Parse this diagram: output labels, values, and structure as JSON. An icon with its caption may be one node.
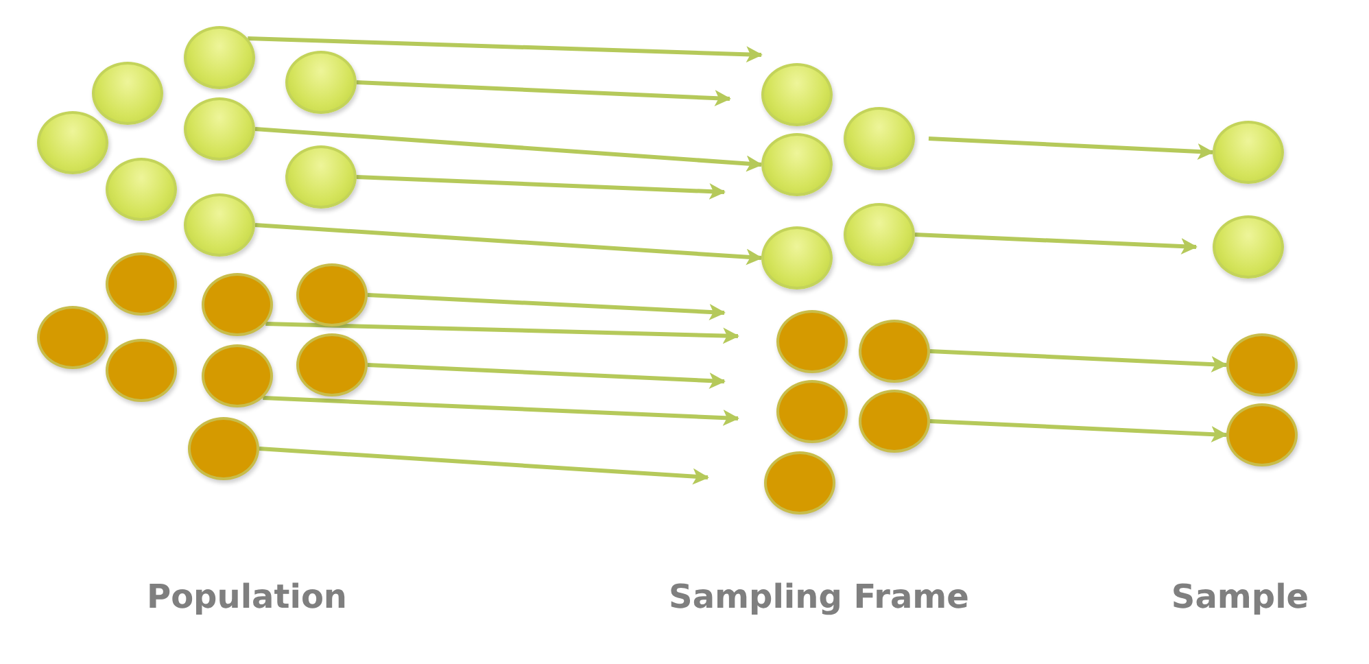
{
  "diagram": {
    "nodes": [
      {
        "text": [],
        "shape": "circle"
      },
      {
        "text": [],
        "shape": "circle"
      },
      {
        "text": [],
        "shape": "circle"
      },
      {
        "text": [],
        "shape": "circle"
      },
      {
        "text": [],
        "shape": "circle"
      },
      {
        "text": [],
        "shape": "circle"
      },
      {
        "text": [],
        "shape": "circle"
      },
      {
        "text": [],
        "shape": "circle"
      },
      {
        "text": [],
        "shape": "circle"
      },
      {
        "text": [],
        "shape": "circle"
      },
      {
        "text": [],
        "shape": "circle"
      },
      {
        "text": [],
        "shape": "circle"
      },
      {
        "text": [],
        "shape": "circle"
      },
      {
        "text": [],
        "shape": "circle"
      },
      {
        "text": [],
        "shape": "circle"
      },
      {
        "text": [],
        "shape": "circle"
      },
      {
        "text": [],
        "shape": "circle"
      },
      {
        "text": [],
        "shape": "circle"
      },
      {
        "text": [],
        "shape": "circle"
      },
      {
        "text": [],
        "shape": "circle"
      },
      {
        "text": [],
        "shape": "circle"
      },
      {
        "text": [],
        "shape": "circle"
      },
      {
        "text": [],
        "shape": "circle"
      },
      {
        "text": [],
        "shape": "circle"
      },
      {
        "text": [],
        "shape": "circle"
      },
      {
        "text": [],
        "shape": "circle"
      },
      {
        "text": [],
        "shape": "circle"
      },
      {
        "text": [],
        "shape": "circle"
      },
      {
        "text": [],
        "shape": "circle"
      },
      {
        "text": [],
        "shape": "circle"
      }
    ],
    "edges": [
      {
        "from": 0,
        "to": 16,
        "arrow": "to"
      },
      {
        "from": 2,
        "to": 16,
        "arrow": "to"
      },
      {
        "from": 4,
        "to": 17,
        "arrow": "to"
      },
      {
        "from": 6,
        "to": 17,
        "arrow": "to"
      },
      {
        "from": 7,
        "to": 19,
        "arrow": "to"
      },
      {
        "from": 10,
        "to": null,
        "arrow": "to"
      },
      {
        "from": 9,
        "to": 21,
        "arrow": "to"
      },
      {
        "from": 14,
        "to": 23,
        "arrow": "to"
      },
      {
        "from": 13,
        "to": 23,
        "arrow": "to"
      },
      {
        "from": 15,
        "to": 25,
        "arrow": "to"
      },
      {
        "from": 18,
        "to": 26,
        "arrow": "to"
      },
      {
        "from": 20,
        "to": 27,
        "arrow": "to"
      },
      {
        "from": 22,
        "to": 28,
        "arrow": "to"
      },
      {
        "from": 24,
        "to": 29,
        "arrow": "to"
      }
    ],
    "labels": [
      "Population",
      "Sampling Frame",
      "Sample"
    ]
  }
}
